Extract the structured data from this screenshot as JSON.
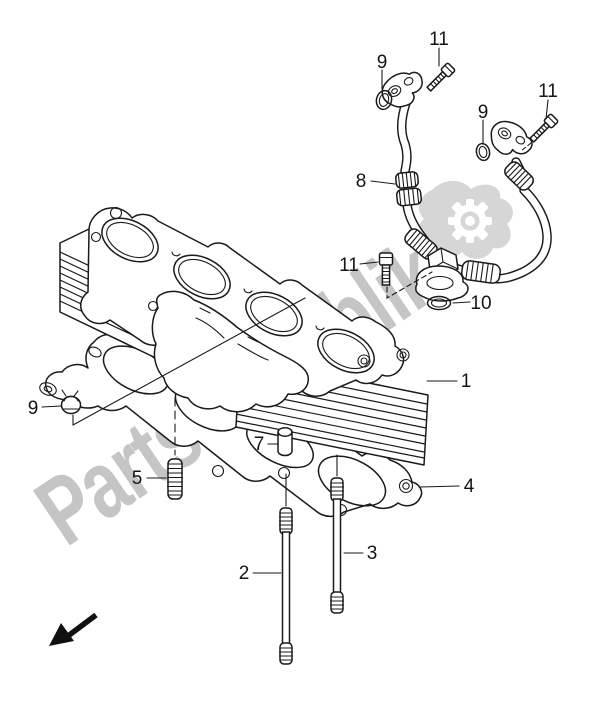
{
  "diagram": {
    "type": "exploded-parts-diagram",
    "subject": "cylinder",
    "background_color": "#ffffff",
    "line_color": "#1a1a1a",
    "orientation_arrow_direction": "lower-left",
    "watermark": {
      "text": "PartsRepublik!",
      "text_color": "#c5c5c5",
      "badge_color": "#d6d6d6",
      "badge_icon": "gear"
    },
    "callouts": [
      {
        "text": "11"
      },
      {
        "text": "9"
      },
      {
        "text": "11"
      },
      {
        "text": "9"
      },
      {
        "text": "8"
      },
      {
        "text": "11"
      },
      {
        "text": "10"
      },
      {
        "text": "1"
      },
      {
        "text": "9"
      },
      {
        "text": "7"
      },
      {
        "text": "5"
      },
      {
        "text": "4"
      },
      {
        "text": "3"
      },
      {
        "text": "2"
      }
    ]
  }
}
